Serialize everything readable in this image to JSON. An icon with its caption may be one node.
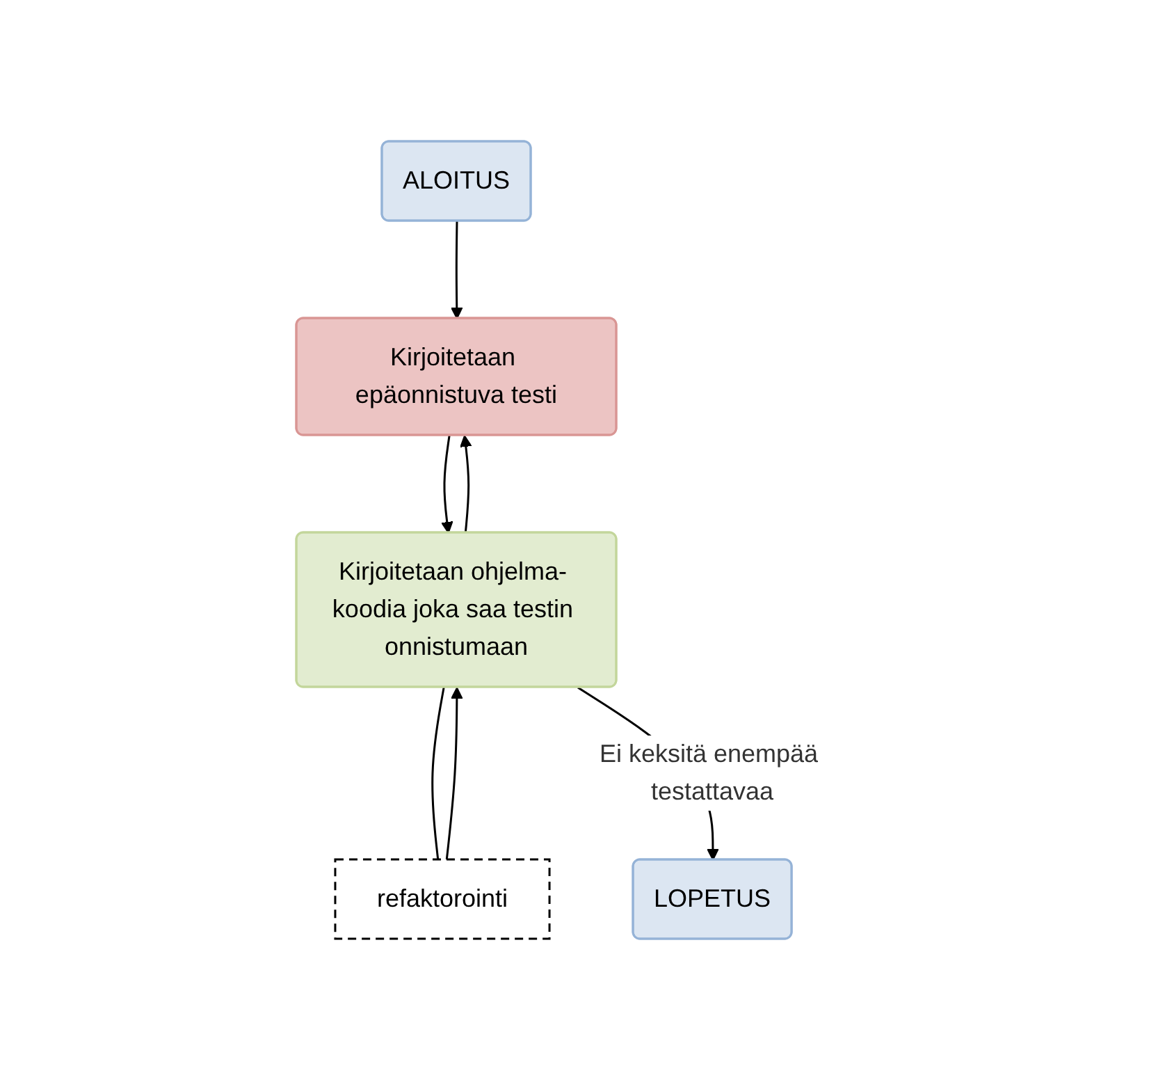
{
  "diagram": {
    "nodes": [
      {
        "text": [
          "ALOITUS"
        ]
      },
      {
        "text": [
          "Kirjoitetaan epäonnistuva testi"
        ]
      },
      {
        "text": [
          "Kirjoitetaan ohjelma- koodia joka saa testin onnistumaan"
        ]
      },
      {
        "text": [
          "refaktorointi"
        ]
      },
      {
        "text": [
          "LOPETUS"
        ]
      }
    ],
    "edges": [
      {
        "from": 0,
        "to": 1,
        "arrow": "to"
      },
      {
        "from": 1,
        "to": 2,
        "arrow": "to"
      },
      {
        "from": 2,
        "to": 1,
        "arrow": "to"
      },
      {
        "from": 2,
        "to": 3,
        "arrow": "none"
      },
      {
        "from": 3,
        "to": 2,
        "arrow": "to"
      },
      {
        "from": 2,
        "to": 4,
        "label": "Ei keksitä enempää testattavaa",
        "arrow": "to"
      }
    ]
  }
}
